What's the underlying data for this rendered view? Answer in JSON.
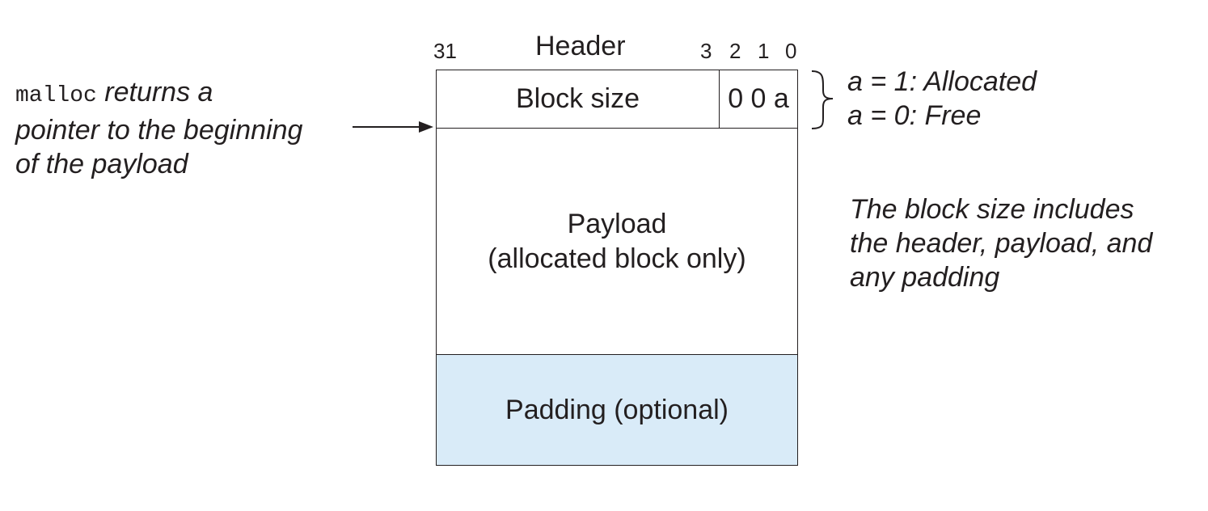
{
  "header": {
    "label": "Header",
    "bit_labels": {
      "bit31": "31",
      "bit3": "3",
      "bit2": "2",
      "bit1": "1",
      "bit0": "0"
    }
  },
  "block": {
    "block_size_label": "Block size",
    "low_bits_label": "0 0 a",
    "payload_line1": "Payload",
    "payload_line2": "(allocated block only)",
    "padding_label": "Padding (optional)",
    "padding_color": "#d9ebf8"
  },
  "left_note": {
    "code": "malloc",
    "line1_rest": " returns a",
    "line2": "pointer to the beginning",
    "line3": "of the payload"
  },
  "legend": {
    "allocated": "a = 1: Allocated",
    "free": "a = 0: Free"
  },
  "note": {
    "line1": "The block size includes",
    "line2": "the header, payload, and",
    "line3": "any padding"
  }
}
